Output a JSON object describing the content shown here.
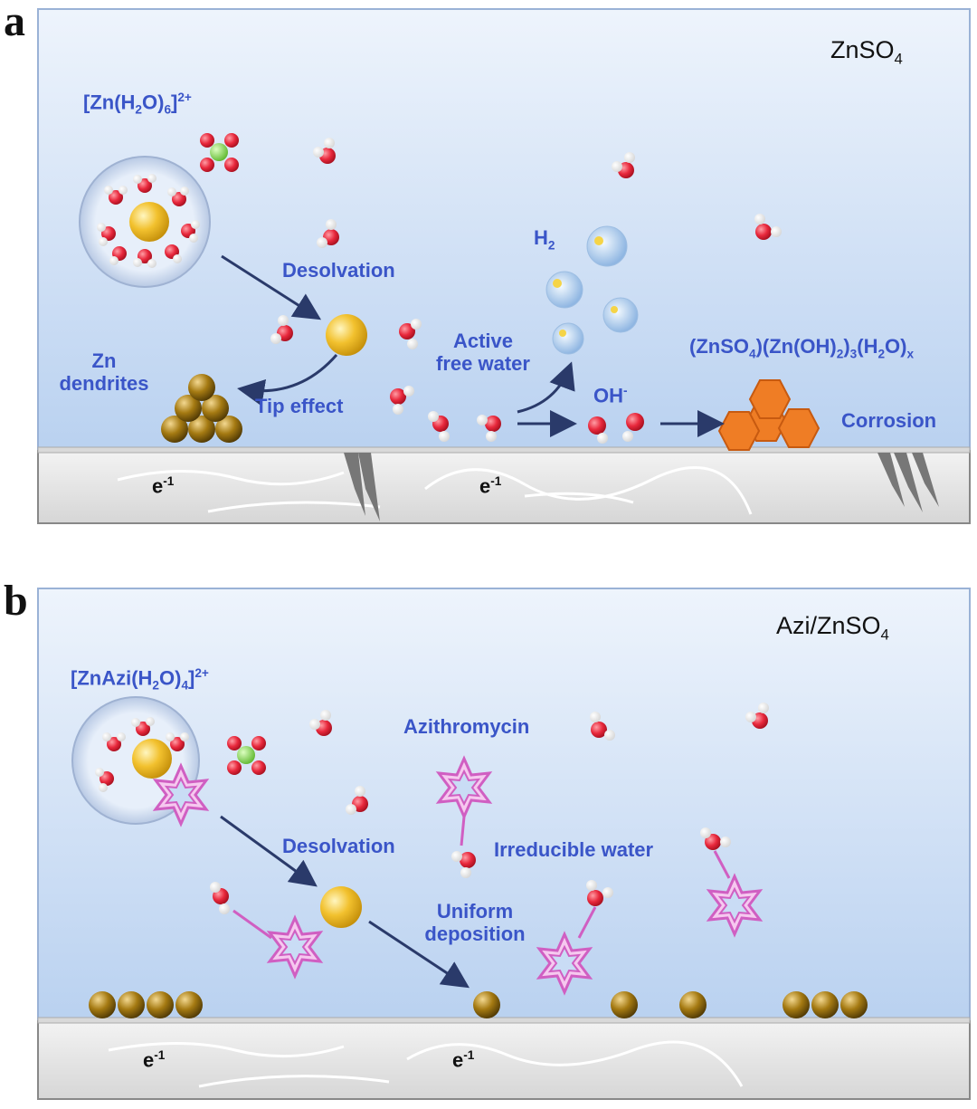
{
  "panel_a": {
    "letter": "a",
    "electrolyte": "ZnSO",
    "electrolyte_sub": "4",
    "complex_pre": "[Zn(H",
    "complex_sub1": "2",
    "complex_mid": "O)",
    "complex_sub2": "6",
    "complex_post": "]",
    "complex_sup": "2+",
    "desolvation": "Desolvation",
    "h2": "H",
    "h2_sub": "2",
    "active_line1": "Active",
    "active_line2": "free water",
    "zn_line1": "Zn",
    "zn_line2": "dendrites",
    "tip_effect": "Tip effect",
    "oh": "OH",
    "oh_sup": "-",
    "byproduct_p1": "(ZnSO",
    "byproduct_s1": "4",
    "byproduct_p2": ")(Zn(OH)",
    "byproduct_s2": "2",
    "byproduct_p3": ")",
    "byproduct_s3": "3",
    "byproduct_p4": "(H",
    "byproduct_s4": "2",
    "byproduct_p5": "O)",
    "byproduct_s5": "x",
    "corrosion": "Corrosion",
    "electron1": "e",
    "electron1_sup": "-1",
    "electron2": "e",
    "electron2_sup": "-1"
  },
  "panel_b": {
    "letter": "b",
    "electrolyte": "Azi/ZnSO",
    "electrolyte_sub": "4",
    "complex_pre": "[ZnAzi(H",
    "complex_sub1": "2",
    "complex_mid": "O)",
    "complex_sub2": "4",
    "complex_post": "]",
    "complex_sup": "2+",
    "azithromycin": "Azithromycin",
    "desolvation": "Desolvation",
    "irreducible": "Irreducible water",
    "uniform_line1": "Uniform",
    "uniform_line2": "deposition",
    "electron1": "e",
    "electron1_sup": "-1",
    "electron2": "e",
    "electron2_sup": "-1"
  },
  "colors": {
    "label_blue": "#3a55c8",
    "oxygen_red": "#e8283c",
    "hydrogen_white": "#ffffff",
    "zinc_gold": "#f2c12e",
    "zinc_deposit_bronze": "#a57a12",
    "sulfate_green": "#86d45a",
    "byproduct_orange": "#ef7d25",
    "azithromycin_pink": "#e77ad8",
    "electrolyte_blue": "#c9dcf5",
    "electrode_gray": "#e4e4e4"
  }
}
